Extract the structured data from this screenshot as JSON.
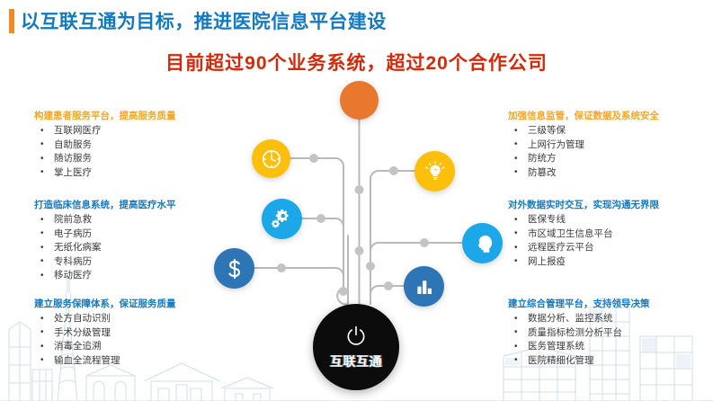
{
  "slide": {
    "title": "以互联互通为目标，推进医院信息平台建设",
    "subtitle": "目前超过90个业务系统，超过20个合作公司"
  },
  "colors": {
    "title_blue": "#1379C0",
    "title_accent_orange": "#F08A24",
    "subtitle_red": "#D42A0A",
    "heading_orange": "#F5A623",
    "heading_blue": "#1379C0",
    "node_orange": "#E8782D",
    "node_yellow": "#FCC00C",
    "node_light_blue": "#1BA7E8",
    "node_dark_blue": "#2E75B6",
    "hub_black": "#0C0C0C"
  },
  "blocks": {
    "left": [
      {
        "heading": "构建患者服务平台，提高服务质量",
        "color": "orange",
        "items": [
          "互联网医疗",
          "自助服务",
          "随访服务",
          "掌上医疗"
        ]
      },
      {
        "heading": "打造临床信息系统，提高医疗水平",
        "color": "blue",
        "items": [
          "院前急救",
          "电子病历",
          "无纸化病案",
          "专科病历",
          "移动医疗"
        ]
      },
      {
        "heading": "建立服务保障体系，保证服务质量",
        "color": "blue",
        "items": [
          "处方自动识别",
          "手术分级管理",
          "消毒全追溯",
          "输血全流程管理"
        ]
      }
    ],
    "right": [
      {
        "heading": "加强信息监管，保证数据及系统安全",
        "color": "orange",
        "items": [
          "三级等保",
          "上网行为管理",
          "防统方",
          "防篡改"
        ]
      },
      {
        "heading": "对外数据实时交互，实现沟通无界限",
        "color": "blue",
        "items": [
          "医保专线",
          "市区域卫生信息平台",
          "远程医疗云平台",
          "网上报疫"
        ]
      },
      {
        "heading": "建立综合管理平台，支持领导决策",
        "color": "blue",
        "items": [
          "数据分析、监控系统",
          "质量指标检测分析平台",
          "医务管理系统",
          "医院精细化管理"
        ]
      }
    ]
  },
  "hub": {
    "label": "互联互通",
    "icon": "power-icon"
  },
  "nodes": [
    {
      "name": "node-top",
      "icon": "plain-circle"
    },
    {
      "name": "node-clock",
      "icon": "clock-icon"
    },
    {
      "name": "node-bulb",
      "icon": "lightbulb-icon"
    },
    {
      "name": "node-gear",
      "icon": "gears-icon"
    },
    {
      "name": "node-head",
      "icon": "head-profile-icon"
    },
    {
      "name": "node-dollar",
      "icon": "dollar-sign-icon"
    },
    {
      "name": "node-chart",
      "icon": "bar-chart-icon"
    }
  ]
}
